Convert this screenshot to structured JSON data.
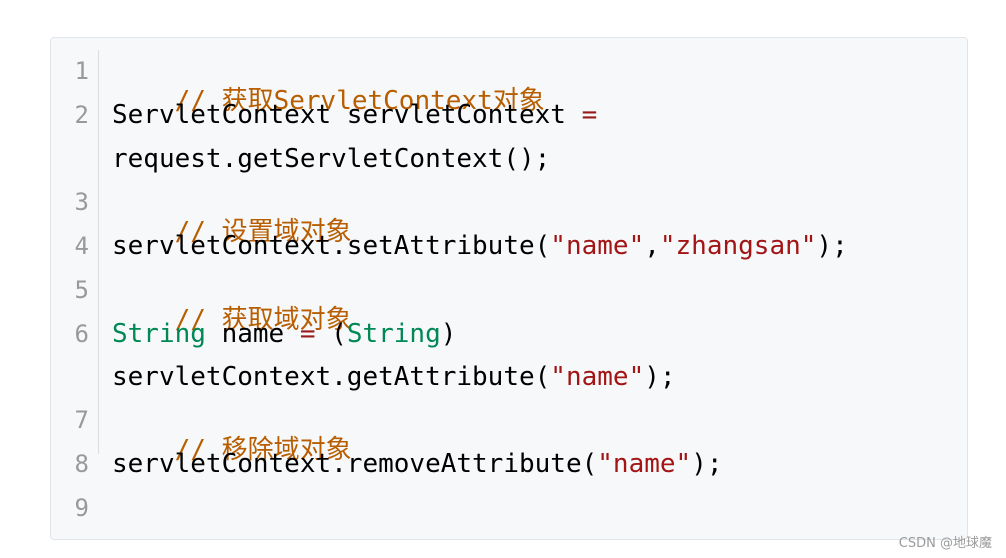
{
  "code": {
    "line_numbers": [
      "1",
      "2",
      "3",
      "4",
      "5",
      "6",
      "7",
      "8",
      "9"
    ],
    "line1": {
      "comment": "// 获取ServletContext对象"
    },
    "line2": {
      "part1": "ServletContext servletContext ",
      "op": "=",
      "part2": "request.getServletContext();"
    },
    "line3": {
      "comment": "// 设置域对象"
    },
    "line4": {
      "prefix": "servletContext.setAttribute(",
      "str1": "\"name\"",
      "comma": ",",
      "str2": "\"zhangsan\"",
      "suffix": ");"
    },
    "line5": {
      "comment": "// 获取域对象"
    },
    "line6": {
      "type1": "String",
      "name": " name ",
      "op": "=",
      "open": " (",
      "type2": "String",
      "close": ")",
      "cont_prefix": "servletContext.getAttribute(",
      "cont_str": "\"name\"",
      "cont_suffix": ");"
    },
    "line7": {
      "comment": "// 移除域对象"
    },
    "line8": {
      "prefix": "servletContext.removeAttribute(",
      "str": "\"name\"",
      "suffix": ");"
    }
  },
  "watermark": "CSDN @地球魔",
  "colors": {
    "comment": "#b85d00",
    "type": "#008855",
    "string": "#a31515",
    "background": "#f6f8fa"
  }
}
